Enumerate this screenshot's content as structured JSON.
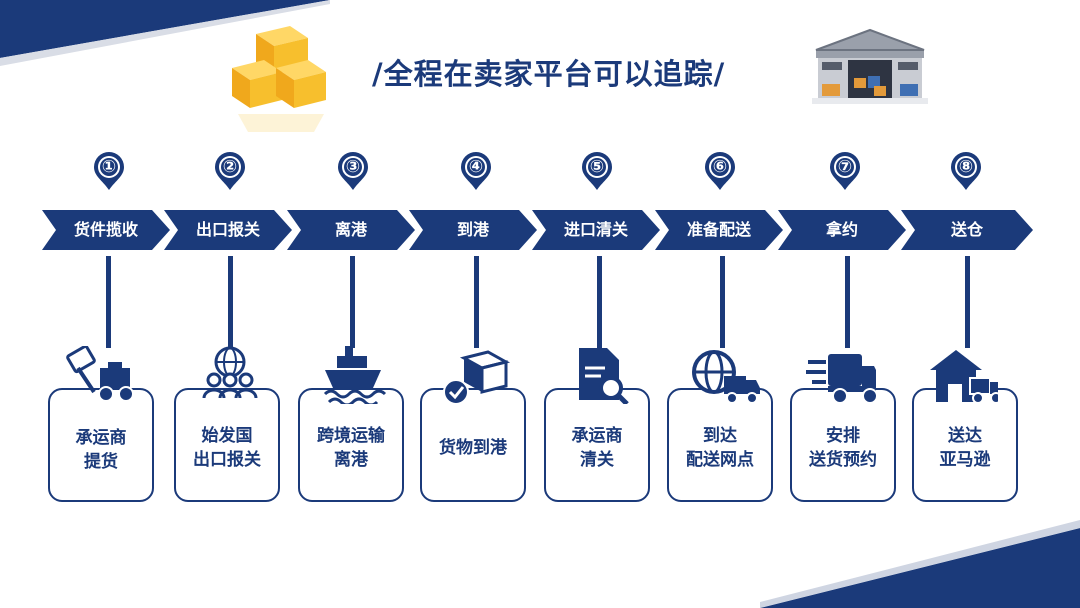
{
  "title": "/全程在卖家平台可以追踪/",
  "colors": {
    "primary": "#1b3a7a",
    "accent": "#f5b82e"
  },
  "steps": [
    {
      "number": "①",
      "stage": "货件揽收",
      "card_lines": [
        "承运商",
        "提货"
      ],
      "icon": "forklift-icon"
    },
    {
      "number": "②",
      "stage": "出口报关",
      "card_lines": [
        "始发国",
        "出口报关"
      ],
      "icon": "globe-people-icon"
    },
    {
      "number": "③",
      "stage": "离港",
      "card_lines": [
        "跨境运输",
        "离港"
      ],
      "icon": "ship-icon"
    },
    {
      "number": "④",
      "stage": "到港",
      "card_lines": [
        "货物到港"
      ],
      "icon": "package-check-icon"
    },
    {
      "number": "⑤",
      "stage": "进口清关",
      "card_lines": [
        "承运商",
        "清关"
      ],
      "icon": "document-search-icon"
    },
    {
      "number": "⑥",
      "stage": "准备配送",
      "card_lines": [
        "到达",
        "配送网点"
      ],
      "icon": "globe-truck-icon"
    },
    {
      "number": "⑦",
      "stage": "拿约",
      "card_lines": [
        "安排",
        "送货预约"
      ],
      "icon": "fast-truck-icon"
    },
    {
      "number": "⑧",
      "stage": "送仓",
      "card_lines": [
        "送达",
        "亚马逊"
      ],
      "icon": "house-truck-icon"
    }
  ]
}
